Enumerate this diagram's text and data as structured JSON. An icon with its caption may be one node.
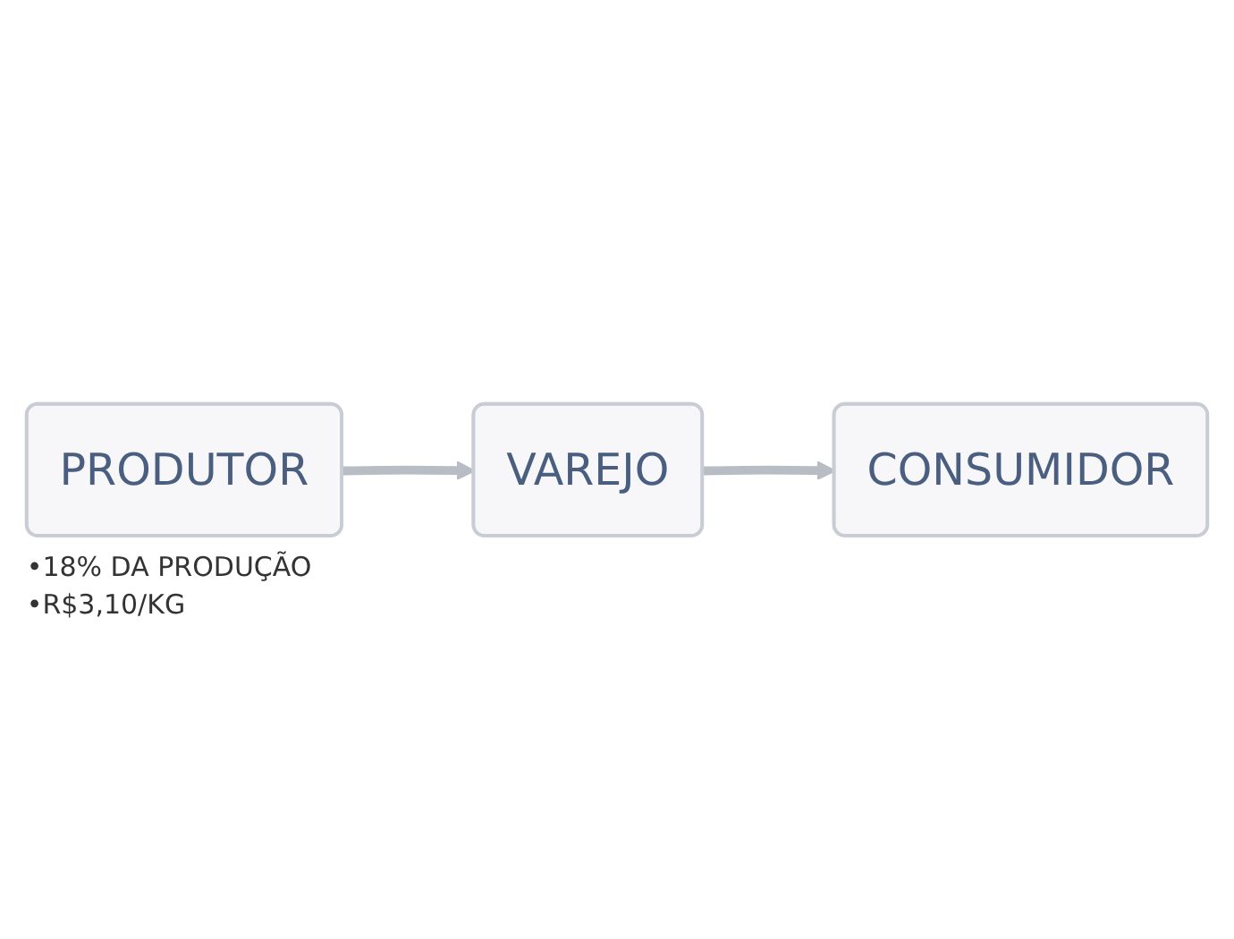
{
  "diagram": {
    "nodes": [
      {
        "text": [
          "PRODUTOR"
        ],
        "beside": [
          "•18% DA PRODUÇÃO",
          "•R$3,10/KG"
        ]
      },
      {
        "text": [
          "VAREJO"
        ]
      },
      {
        "text": [
          "CONSUMIDOR"
        ]
      }
    ],
    "edges": [
      {
        "from": 0,
        "to": 1,
        "arrow": "to"
      },
      {
        "from": 1,
        "to": 2,
        "arrow": "to"
      }
    ]
  }
}
